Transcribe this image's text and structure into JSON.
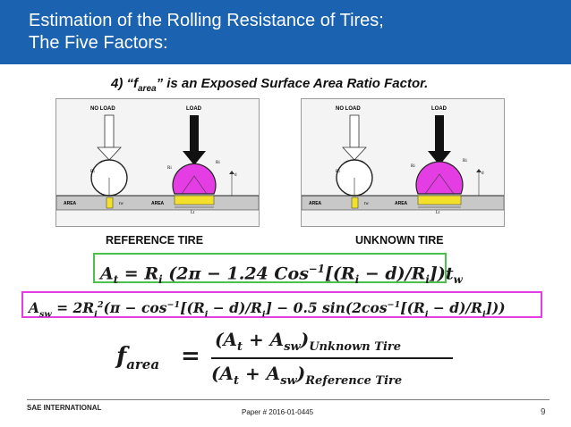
{
  "header": {
    "title_line1": "Estimation of the Rolling Resistance of Tires;",
    "title_line2": "The Five Factors:",
    "bg_color": "#1b63b0"
  },
  "subtitle": {
    "prefix": "4) “f",
    "subscript": "area",
    "suffix": "” is an Exposed Surface Area Ratio Factor."
  },
  "figures": {
    "labels": {
      "no_load": "NO LOAD",
      "load": "LOAD",
      "ri": "Ri",
      "d": "d",
      "area": "AREA",
      "tw": "tw",
      "lt": "Lt"
    },
    "left_caption": "REFERENCE TIRE",
    "right_caption": "UNKNOWN TIRE",
    "deformed_tire_color": "#e33de3",
    "contact_patch_color": "#f2e02a"
  },
  "equations": {
    "eq1": {
      "border_color": "#4bc04b"
    },
    "eq2": {
      "border_color": "#e33de3"
    },
    "eq3": {
      "num_sub": "Unknown Tire",
      "den_sub": "Reference Tire"
    }
  },
  "footer": {
    "left": "SAE INTERNATIONAL",
    "center": "Paper # 2016-01-0445",
    "page": "9"
  }
}
